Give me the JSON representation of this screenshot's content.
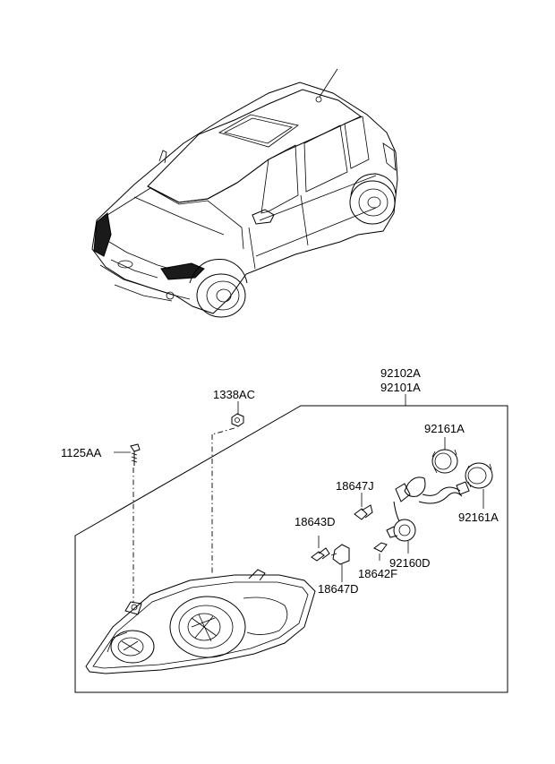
{
  "diagram": {
    "parts": {
      "p92102A": "92102A",
      "p92101A": "92101A",
      "p1338AC": "1338AC",
      "p1125AA": "1125AA",
      "p92161A_top": "92161A",
      "p92161A_right": "92161A",
      "p18647J": "18647J",
      "p18643D": "18643D",
      "p18642F": "18642F",
      "p18647D": "18647D",
      "p92160D": "92160D"
    }
  }
}
